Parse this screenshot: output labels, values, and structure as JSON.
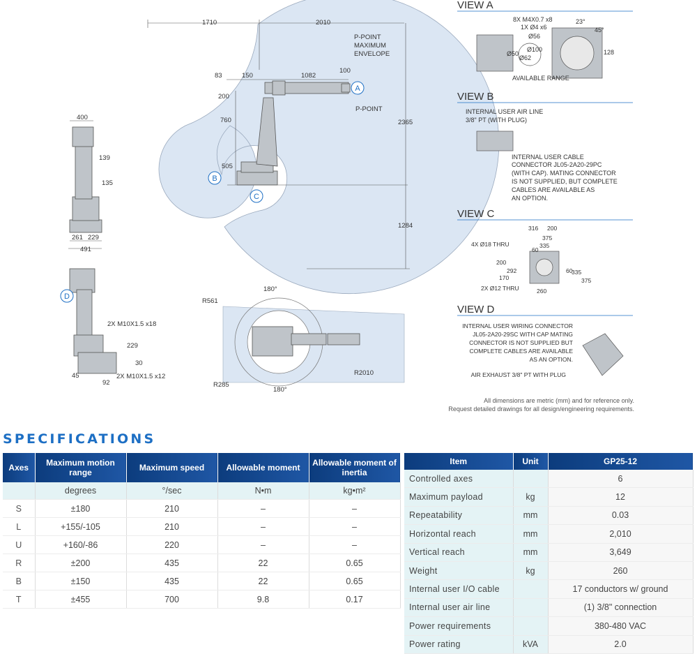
{
  "drawing": {
    "dims_main": [
      "1710",
      "2010",
      "83",
      "150",
      "1082",
      "100",
      "200",
      "760",
      "505",
      "2365",
      "1284"
    ],
    "envelope_label": [
      "P-POINT",
      "MAXIMUM",
      "ENVELOPE"
    ],
    "ppoint_label": "P-POINT",
    "callouts": {
      "a": "A",
      "b": "B",
      "c": "C",
      "d": "D"
    },
    "side_dims": [
      "400",
      "139",
      "135",
      "261",
      "229",
      "491"
    ],
    "wrist_dims": [
      "2X M10X1.5 x18",
      "229",
      "30",
      "45",
      "92",
      "2X M10X1.5 x12"
    ],
    "top_dims": [
      "R561",
      "180°",
      "R285",
      "180°",
      "R2010"
    ],
    "view_a": {
      "title": "VIEW A",
      "labels": [
        "8X M4X0.7 x8",
        "1X Ø4 x6",
        "Ø56",
        "23°",
        "45°",
        "Ø50",
        "Ø100",
        "Ø62",
        "128"
      ],
      "range_label": "AVAILABLE RANGE"
    },
    "view_b": {
      "title": "VIEW B",
      "air_line": [
        "INTERNAL USER AIR LINE",
        "3/8\" PT (WITH PLUG)"
      ],
      "cable": [
        "INTERNAL USER CABLE",
        "CONNECTOR JL05-2A20-29PC",
        "(WITH CAP). MATING CONNECTOR",
        "IS NOT SUPPLIED, BUT COMPLETE",
        "CABLES ARE AVAILABLE AS",
        "AN OPTION."
      ]
    },
    "view_c": {
      "title": "VIEW C",
      "labels": [
        "316",
        "200",
        "375",
        "335",
        "60",
        "4X Ø18 THRU",
        "200",
        "292",
        "170",
        "60",
        "335",
        "375",
        "2X Ø12 THRU",
        "260"
      ]
    },
    "view_d": {
      "title": "VIEW D",
      "wiring": [
        "INTERNAL USER WIRING CONNECTOR",
        "JL05-2A20-29SC WITH CAP MATING",
        "CONNECTOR IS NOT SUPPLIED BUT",
        "COMPLETE CABLES ARE AVAILABLE",
        "AS AN OPTION."
      ],
      "exhaust": "AIR EXHAUST 3/8\" PT WITH PLUG"
    },
    "notes": [
      "All dimensions are metric (mm) and for reference only.",
      "Request detailed drawings for all design/engineering requirements."
    ]
  },
  "specs": {
    "title": "SPECIFICATIONS",
    "axes_table": {
      "headers": [
        "Axes",
        "Maximum motion range",
        "Maximum speed",
        "Allowable moment",
        "Allowable moment of inertia"
      ],
      "units": [
        "",
        "degrees",
        "°/sec",
        "N•m",
        "kg•m²"
      ],
      "rows": [
        [
          "S",
          "±180",
          "210",
          "–",
          "–"
        ],
        [
          "L",
          "+155/-105",
          "210",
          "–",
          "–"
        ],
        [
          "U",
          "+160/-86",
          "220",
          "–",
          "–"
        ],
        [
          "R",
          "±200",
          "435",
          "22",
          "0.65"
        ],
        [
          "B",
          "±150",
          "435",
          "22",
          "0.65"
        ],
        [
          "T",
          "±455",
          "700",
          "9.8",
          "0.17"
        ]
      ]
    },
    "spec_table": {
      "headers": [
        "Item",
        "Unit",
        "GP25-12"
      ],
      "rows": [
        [
          "Controlled axes",
          "",
          "6"
        ],
        [
          "Maximum payload",
          "kg",
          "12"
        ],
        [
          "Repeatability",
          "mm",
          "0.03"
        ],
        [
          "Horizontal reach",
          "mm",
          "2,010"
        ],
        [
          "Vertical reach",
          "mm",
          "3,649"
        ],
        [
          "Weight",
          "kg",
          "260"
        ],
        [
          "Internal user I/O cable",
          "",
          "17 conductors w/ ground"
        ],
        [
          "Internal user air line",
          "",
          "(1) 3/8\" connection"
        ],
        [
          "Power requirements",
          "",
          "380-480 VAC"
        ],
        [
          "Power rating",
          "kVA",
          "2.0"
        ]
      ]
    }
  },
  "colors": {
    "envelope": "#dbe6f3",
    "header": "#0c3c7d",
    "accent": "#1d6fc4",
    "unit_row": "#e4f3f5"
  }
}
